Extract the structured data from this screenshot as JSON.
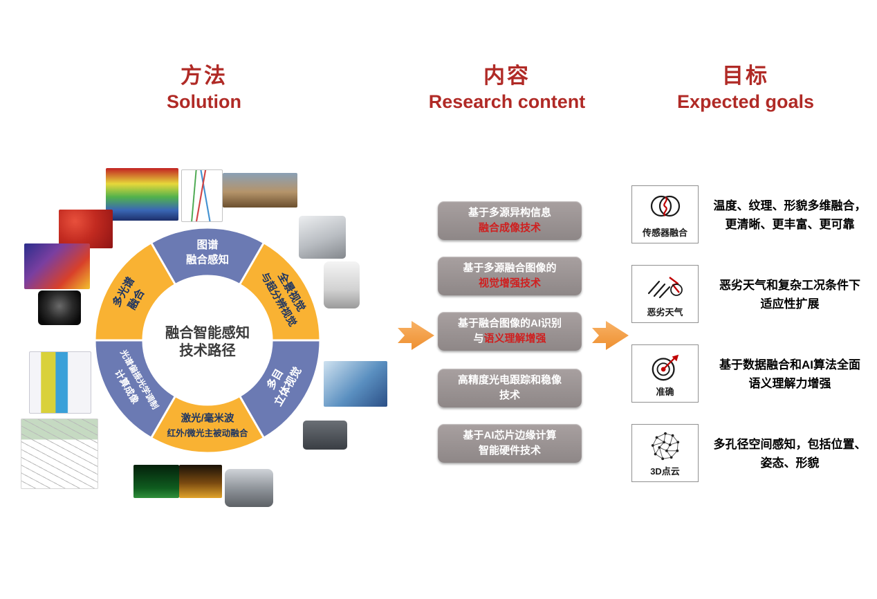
{
  "palette": {
    "header_red": "#b02a26",
    "segment_blue": "#6b7ab3",
    "segment_yellow": "#f9b233",
    "box_gray": "#948d8d",
    "highlight_red": "#cf1f1f",
    "arrow_orange": "#f2a04a"
  },
  "headers": {
    "left": {
      "zh": "方法",
      "en": "Solution"
    },
    "middle": {
      "zh": "内容",
      "en": "Research content"
    },
    "right": {
      "zh": "目标",
      "en": "Expected goals"
    }
  },
  "donut": {
    "center": {
      "line1": "融合智能感知",
      "line2": "技术路径"
    },
    "segments": [
      {
        "line1": "图谱",
        "line2": "融合感知",
        "color": "blue"
      },
      {
        "line1": "全景视觉",
        "line2": "与超分辨视觉",
        "color": "yellow"
      },
      {
        "line1": "多目",
        "line2": "立体视觉",
        "color": "blue"
      },
      {
        "line1": "激光/毫米波",
        "line2": "红外/微光主被动融合",
        "color": "yellow"
      },
      {
        "line1": "光谱偏振光学调制",
        "line2": "计算成像",
        "color": "blue"
      },
      {
        "line1": "多光谱",
        "line2": "融合",
        "color": "yellow"
      }
    ]
  },
  "content_boxes": [
    {
      "line1": "基于多源异构信息",
      "line2": "融合成像技术"
    },
    {
      "line1": "基于多源融合图像的",
      "line2": "视觉增强技术"
    },
    {
      "line1": "基于融合图像的AI识别",
      "line2_prefix": "与",
      "line2": "语义理解增强"
    },
    {
      "line1": "高精度光电跟踪和稳像",
      "line2": "技术"
    },
    {
      "line1": "基于AI芯片边缘计算",
      "line2": "智能硬件技术"
    }
  ],
  "goals": [
    {
      "icon": "sensor-fusion-icon",
      "label": "传感器融合",
      "desc1": "温度、纹理、形貌多维融合，",
      "desc2": "更清晰、更丰富、更可靠"
    },
    {
      "icon": "bad-weather-icon",
      "label": "恶劣天气",
      "desc1": "恶劣天气和复杂工况条件下",
      "desc2": "适应性扩展"
    },
    {
      "icon": "target-icon",
      "label": "准确",
      "desc1": "基于数据融合和AI算法全面",
      "desc2": "语义理解力增强"
    },
    {
      "icon": "point-cloud-icon",
      "label": "3D点云",
      "desc1": "多孔径空间感知，包括位置、",
      "desc2": "姿态、形貌"
    }
  ]
}
